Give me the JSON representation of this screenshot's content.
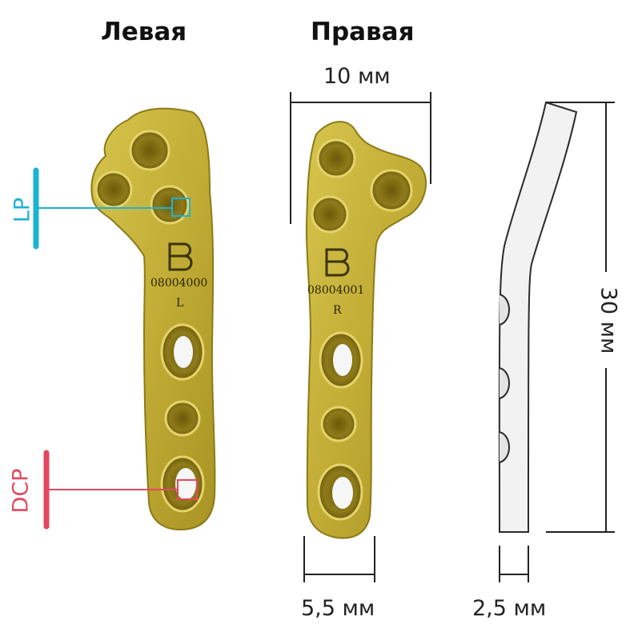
{
  "titles": {
    "left": "Левая",
    "right": "Правая"
  },
  "dimensions": {
    "width_top": "10 мм",
    "length_side": "30 мм",
    "shaft_width": "5,5 мм",
    "thickness": "2,5 мм"
  },
  "markers": {
    "lp": {
      "label": "LP",
      "color": "#1bb2d6"
    },
    "dcp": {
      "label": "DCP",
      "color": "#e5485e"
    }
  },
  "plate_engraving": {
    "left_code": "08004000",
    "left_side": "L",
    "right_code": "08004001",
    "right_side": "R",
    "logo_glyph": "B"
  },
  "colors": {
    "plate_gold": "#c9b43c",
    "plate_dark": "#8d7a18",
    "side_view_fill": "#f2f2f2"
  }
}
